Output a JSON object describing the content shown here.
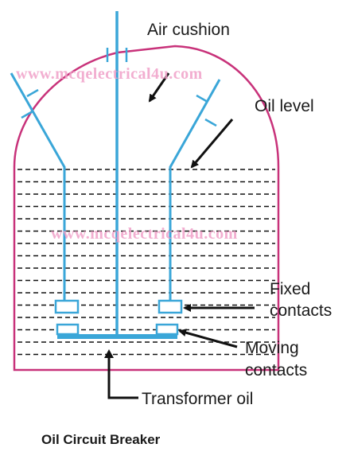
{
  "diagram": {
    "caption": "Oil Circuit Breaker",
    "labels": {
      "air_cushion": "Air cushion",
      "oil_level": "Oil level",
      "fixed_contacts_line1": "Fixed",
      "fixed_contacts_line2": "contacts",
      "moving_contacts_line1": "Moving",
      "moving_contacts_line2": "contacts",
      "transformer_oil": "Transformer oil"
    },
    "watermark": "www.mcqelectrical4u.com"
  },
  "colors": {
    "tank_outline": "#c8327a",
    "conductor": "#3aa6d8",
    "oil_dashes": "#111111",
    "leader_arrows": "#111111",
    "watermark": "#f0a0c8"
  }
}
